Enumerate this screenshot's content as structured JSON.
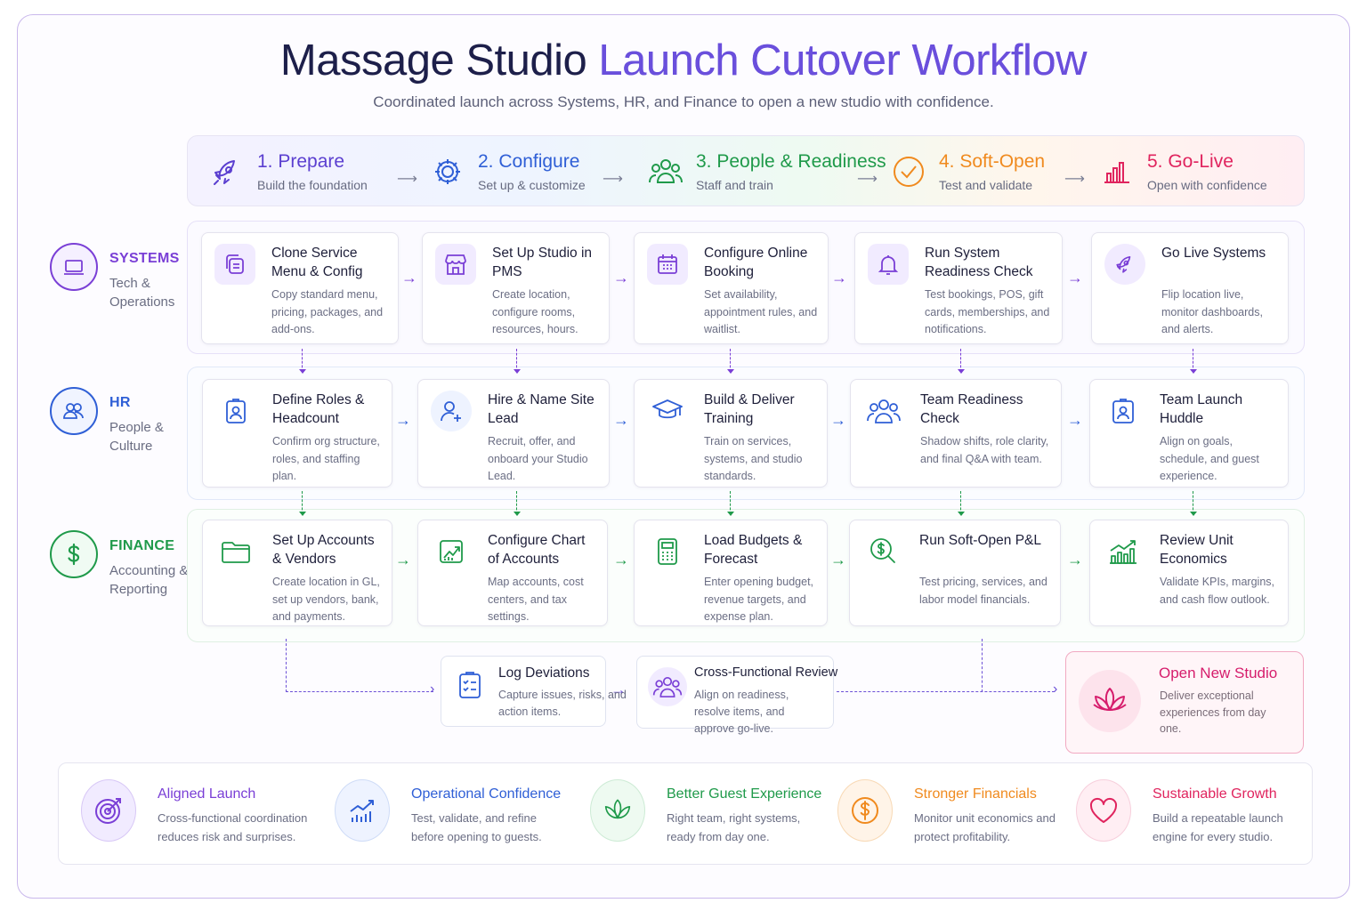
{
  "header": {
    "title_part1": "Massage Studio",
    "title_part2": "Launch Cutover Workflow",
    "subtitle": "Coordinated launch across Systems, HR, and Finance to open a new studio with confidence."
  },
  "phases": [
    {
      "title": "1. Prepare",
      "subtitle": "Build the foundation",
      "color": "#5b3fd0",
      "icon": "rocket-icon"
    },
    {
      "title": "2. Configure",
      "subtitle": "Set up & customize",
      "color": "#2f5fd6",
      "icon": "gear-icon"
    },
    {
      "title": "3. People & Readiness",
      "subtitle": "Staff and train",
      "color": "#1f9a4a",
      "icon": "people-icon"
    },
    {
      "title": "4. Soft-Open",
      "subtitle": "Test and validate",
      "color": "#f08a1e",
      "icon": "check-circle-icon"
    },
    {
      "title": "5. Go-Live",
      "subtitle": "Open with confidence",
      "color": "#e0245e",
      "icon": "bar-chart-icon"
    }
  ],
  "lanes": {
    "systems": {
      "name": "SYSTEMS",
      "sub": "Tech & Operations",
      "color": "#7a3fd6",
      "cards": [
        {
          "title": "Clone Service Menu & Config",
          "desc": "Copy standard menu, pricing, packages, and add-ons.",
          "icon": "copy-icon"
        },
        {
          "title": "Set Up Studio in PMS",
          "desc": "Create location, configure rooms, resources, hours.",
          "icon": "storefront-icon"
        },
        {
          "title": "Configure Online Booking",
          "desc": "Set availability, appointment rules, and waitlist.",
          "icon": "calendar-icon"
        },
        {
          "title": "Run System Readiness Check",
          "desc": "Test bookings, POS, gift cards, memberships, and notifications.",
          "icon": "bell-icon"
        },
        {
          "title": "Go Live Systems",
          "desc": "Flip location live, monitor dashboards, and alerts.",
          "icon": "rocket-icon"
        }
      ]
    },
    "hr": {
      "name": "HR",
      "sub": "People & Culture",
      "color": "#2f5fd6",
      "cards": [
        {
          "title": "Define Roles & Headcount",
          "desc": "Confirm org structure, roles, and staffing plan.",
          "icon": "id-badge-icon"
        },
        {
          "title": "Hire & Name Site Lead",
          "desc": "Recruit, offer, and onboard your Studio Lead.",
          "icon": "add-user-icon"
        },
        {
          "title": "Build & Deliver Training",
          "desc": "Train on services, systems, and studio standards.",
          "icon": "graduation-cap-icon"
        },
        {
          "title": "Team Readiness Check",
          "desc": "Shadow shifts, role clarity, and final Q&A with team.",
          "icon": "team-icon"
        },
        {
          "title": "Team Launch Huddle",
          "desc": "Align on goals, schedule, and guest experience.",
          "icon": "id-badge-icon"
        }
      ]
    },
    "finance": {
      "name": "FINANCE",
      "sub": "Accounting & Reporting",
      "color": "#1f9a4a",
      "cards": [
        {
          "title": "Set Up Accounts & Vendors",
          "desc": "Create location in GL, set up vendors, bank, and payments.",
          "icon": "folder-icon"
        },
        {
          "title": "Configure Chart of Accounts",
          "desc": "Map accounts, cost centers, and tax settings.",
          "icon": "chart-up-icon"
        },
        {
          "title": "Load Budgets & Forecast",
          "desc": "Enter opening budget, revenue targets, and expense plan.",
          "icon": "calculator-icon"
        },
        {
          "title": "Run Soft-Open P&L",
          "desc": "Test pricing, services, and labor model financials.",
          "icon": "dollar-search-icon"
        },
        {
          "title": "Review Unit Economics",
          "desc": "Validate KPIs, margins, and cash flow outlook.",
          "icon": "growth-bars-icon"
        }
      ]
    }
  },
  "flow": {
    "log": {
      "title": "Log Deviations",
      "desc": "Capture issues, risks, and action items.",
      "icon": "checklist-icon"
    },
    "review": {
      "title": "Cross-Functional Review",
      "desc": "Align on readiness, resolve items, and approve go-live.",
      "icon": "team-icon"
    },
    "open": {
      "title": "Open New Studio",
      "desc": "Deliver exceptional experiences from day one.",
      "icon": "lotus-icon"
    }
  },
  "outcomes": [
    {
      "title": "Aligned Launch",
      "desc": "Cross-functional coordination reduces risk and surprises.",
      "color": "#7a3fd6",
      "icon": "target-icon"
    },
    {
      "title": "Operational Confidence",
      "desc": "Test, validate, and refine before opening to guests.",
      "color": "#2f5fd6",
      "icon": "trend-up-icon"
    },
    {
      "title": "Better Guest Experience",
      "desc": "Right team, right systems, ready from day one.",
      "color": "#1f9a4a",
      "icon": "lotus-icon"
    },
    {
      "title": "Stronger Financials",
      "desc": "Monitor unit economics and protect profitability.",
      "color": "#f08a1e",
      "icon": "dollar-icon"
    },
    {
      "title": "Sustainable Growth",
      "desc": "Build a repeatable launch engine for every studio.",
      "color": "#e0245e",
      "icon": "heart-icon"
    }
  ]
}
